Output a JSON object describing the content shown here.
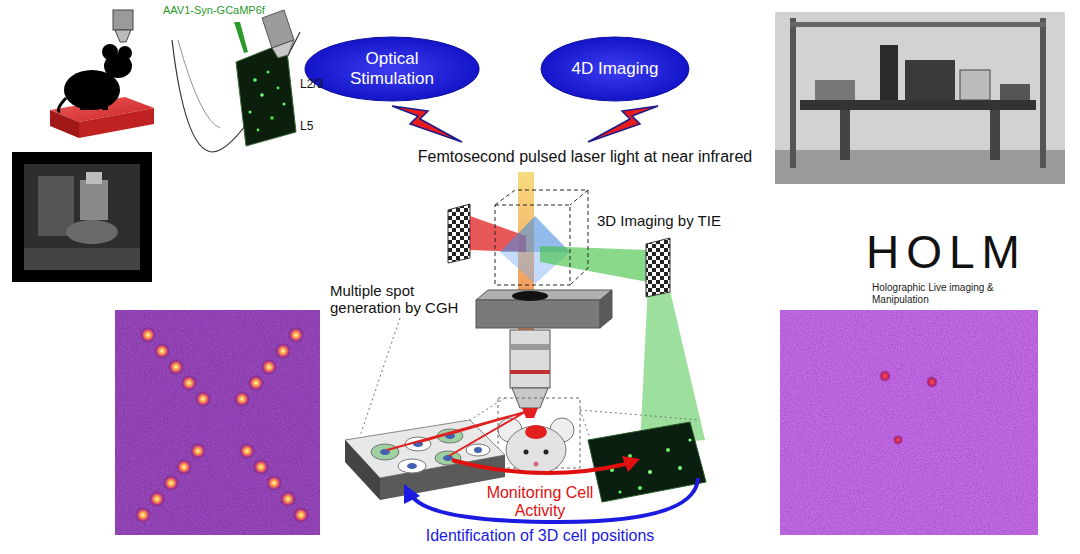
{
  "diagram": {
    "nodes": [
      {
        "text": [
          "Optical Stimulation"
        ]
      },
      {
        "text": [
          "4D Imaging"
        ]
      }
    ],
    "labels": [
      "AAV1-Syn-GCaMP6f",
      "L2/3",
      "L5",
      "Femtosecond pulsed laser light at near infrared",
      "3D Imaging by TIE",
      "Multiple spot generation by CGH",
      "HOLM",
      "Holographic Live imaging & Manipulation",
      "Monitoring Cell Activity",
      "Identification of 3D cell positions"
    ]
  }
}
